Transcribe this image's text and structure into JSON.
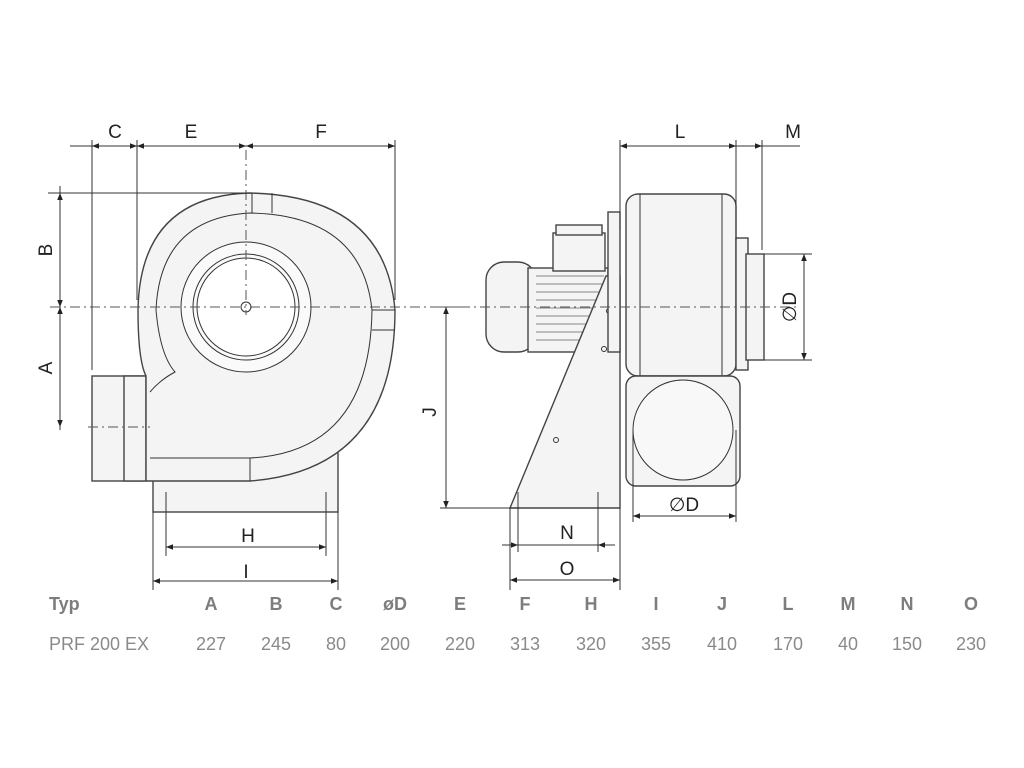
{
  "dimension_labels": {
    "A": "A",
    "B": "B",
    "C": "C",
    "E": "E",
    "F": "F",
    "H": "H",
    "I": "I",
    "J": "J",
    "L": "L",
    "M": "M",
    "N": "N",
    "O": "O",
    "D_side": "∅D",
    "D_bottom": "∅D"
  },
  "table": {
    "headers": [
      "Typ",
      "A",
      "B",
      "C",
      "øD",
      "E",
      "F",
      "H",
      "I",
      "J",
      "L",
      "M",
      "N",
      "O"
    ],
    "rows": [
      [
        "PRF 200 EX",
        "227",
        "245",
        "80",
        "200",
        "220",
        "313",
        "320",
        "355",
        "410",
        "170",
        "40",
        "150",
        "230"
      ]
    ]
  }
}
